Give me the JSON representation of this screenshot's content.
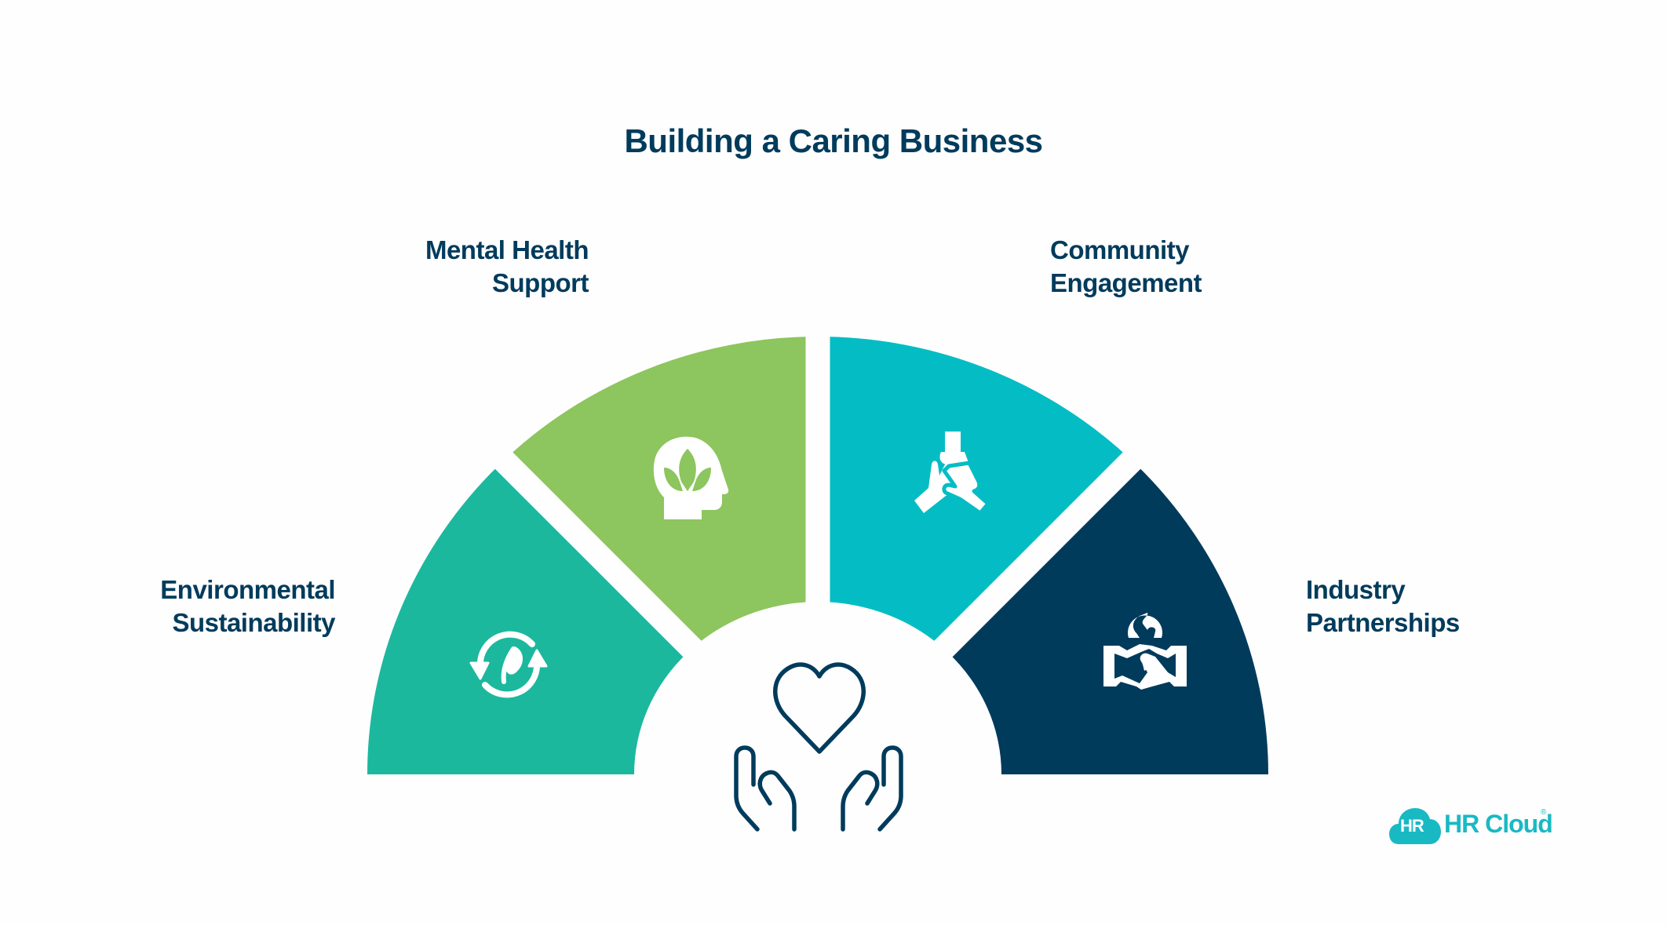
{
  "title": "Building a Caring Business",
  "colors": {
    "environmental": "#1CB89E",
    "mental_health": "#8DC55E",
    "community": "#04BDC4",
    "industry": "#003B5C",
    "text": "#003B5C",
    "logo": "#19B9C4"
  },
  "segments": [
    {
      "label_line1": "Environmental",
      "label_line2": "Sustainability",
      "icon": "recycle-leaf-icon"
    },
    {
      "label_line1": "Mental Health",
      "label_line2": "Support",
      "icon": "head-lotus-icon"
    },
    {
      "label_line1": "Community",
      "label_line2": "Engagement",
      "icon": "joined-hands-icon"
    },
    {
      "label_line1": "Industry",
      "label_line2": "Partnerships",
      "icon": "handshake-globe-icon"
    }
  ],
  "center_icon": "hands-heart-icon",
  "logo": {
    "badge": "HR",
    "text": "HR Cloud",
    "reg": "®"
  }
}
